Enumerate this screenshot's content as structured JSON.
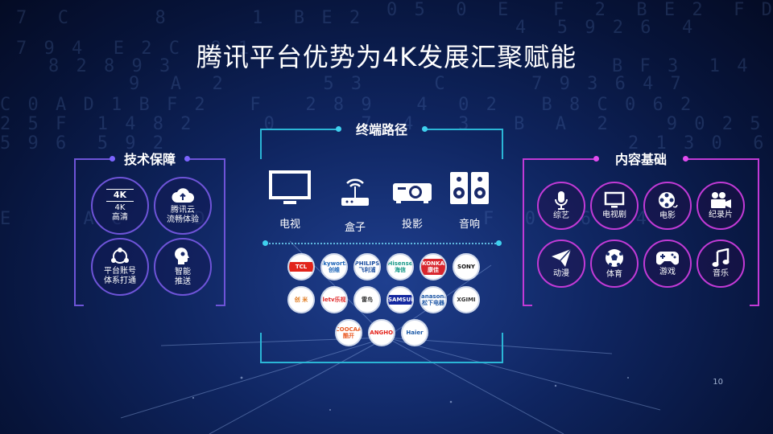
{
  "slide": {
    "title": "腾讯平台优势为4K发展汇聚赋能",
    "page_number": "10"
  },
  "tech": {
    "title": "技术保障",
    "items": [
      {
        "label": "4K\n高清",
        "icon": "4k-badge-icon",
        "badge": "4K"
      },
      {
        "label": "腾讯云\n流畅体验",
        "icon": "cloud-upload-icon"
      },
      {
        "label": "平台账号\n体系打通",
        "icon": "share-nodes-icon"
      },
      {
        "label": "智能\n推送",
        "icon": "brain-head-icon"
      }
    ]
  },
  "terminal": {
    "title": "终端路径",
    "devices": [
      {
        "label": "电视",
        "icon": "tv-icon"
      },
      {
        "label": "盒子",
        "icon": "router-box-icon"
      },
      {
        "label": "投影",
        "icon": "projector-icon"
      },
      {
        "label": "音响",
        "icon": "speaker-icon"
      }
    ],
    "brands": [
      {
        "text": "TCL",
        "color": "#e2231a",
        "bg": "#e2231a",
        "fg": "#ffffff"
      },
      {
        "text": "Skyworth\n创维",
        "color": "#1b64b8"
      },
      {
        "text": "PHILIPS\n飞利浦",
        "color": "#1c4fa1"
      },
      {
        "text": "Hisense\n海信",
        "color": "#1a9a8a"
      },
      {
        "text": "KONKA康佳",
        "color": "#ffffff",
        "bg": "#d8262d",
        "fg": "#ffffff"
      },
      {
        "text": "SONY",
        "color": "#111111"
      },
      {
        "text": "创 米",
        "color": "#e07a1e"
      },
      {
        "text": "letv乐视",
        "color": "#e12a2a"
      },
      {
        "text": "雷鸟",
        "color": "#333333"
      },
      {
        "text": "SAMSUNG",
        "color": "#ffffff",
        "bg": "#1428a0",
        "fg": "#ffffff"
      },
      {
        "text": "Panasonic\n松下电器",
        "color": "#1d56a6"
      },
      {
        "text": "XGIMI",
        "color": "#333333"
      },
      {
        "text": "COOCAA\n酷开",
        "color": "#e95a24"
      },
      {
        "text": "CHANGHONG",
        "color": "#e3231b"
      },
      {
        "text": "Haier",
        "color": "#1e5ba8"
      }
    ]
  },
  "content": {
    "title": "内容基础",
    "items": [
      {
        "label": "综艺",
        "icon": "microphone-icon"
      },
      {
        "label": "电视剧",
        "icon": "monitor-icon"
      },
      {
        "label": "电影",
        "icon": "film-reel-icon"
      },
      {
        "label": "纪录片",
        "icon": "video-camera-icon"
      },
      {
        "label": "动漫",
        "icon": "paper-plane-icon"
      },
      {
        "label": "体育",
        "icon": "soccer-ball-icon"
      },
      {
        "label": "游戏",
        "icon": "gamepad-icon"
      },
      {
        "label": "音乐",
        "icon": "music-note-icon"
      }
    ]
  },
  "colors": {
    "tech_frame": "#6e54d8",
    "terminal_frame": "#2bb6d6",
    "content_frame": "#c23ad6"
  }
}
